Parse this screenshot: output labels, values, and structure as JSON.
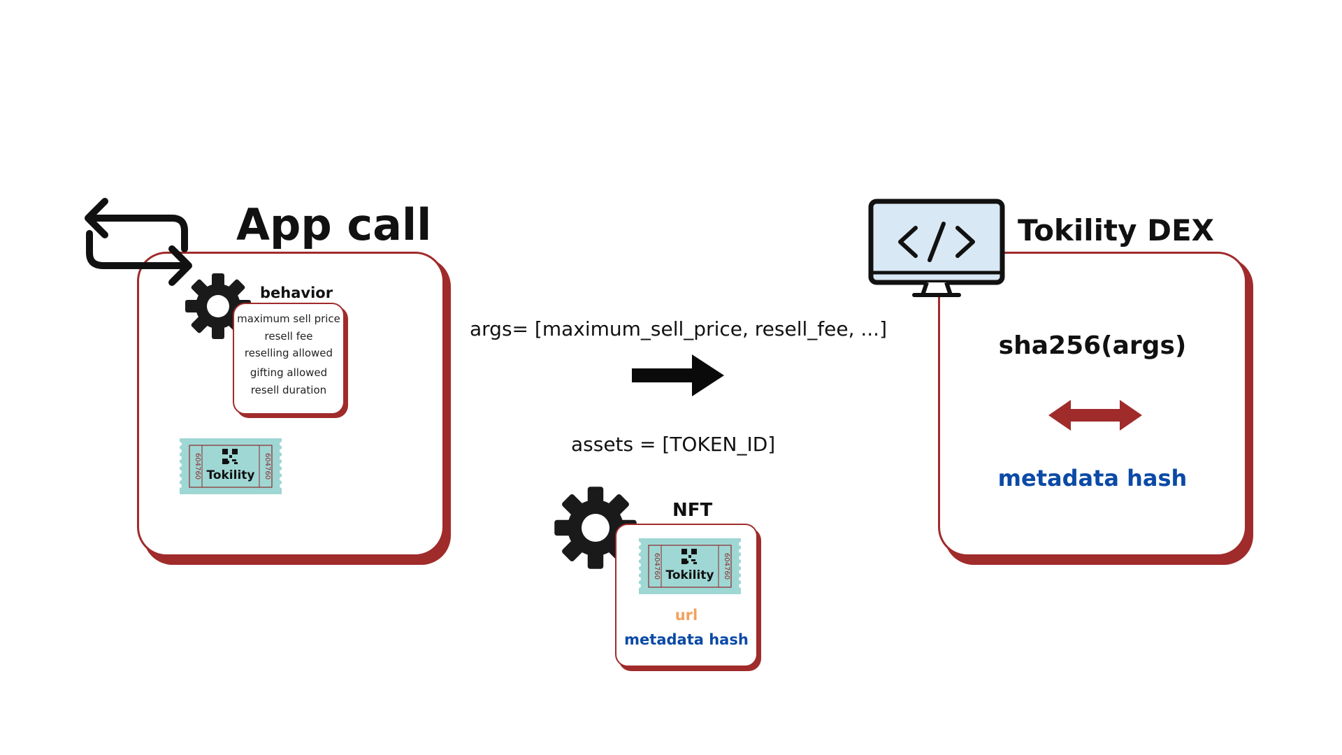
{
  "app_call": {
    "title": "App call",
    "behavior_title": "behavior",
    "behavior_items": [
      "maximum sell price",
      "resell fee",
      "reselling allowed",
      "gifting allowed",
      "resell duration"
    ]
  },
  "ticket": {
    "brand": "Tokility",
    "serial": "604760"
  },
  "args_label": "args= [maximum_sell_price, resell_fee, ...]",
  "assets_label": "assets = [TOKEN_ID]",
  "nft": {
    "title": "NFT",
    "url_label": "url",
    "hash_label": "metadata hash"
  },
  "dex": {
    "title": "Tokility DEX",
    "formula": "sha256(args)",
    "hash_label": "metadata hash"
  },
  "colors": {
    "card_border": "#a02b2b",
    "hash_blue": "#0b4aa6",
    "url_orange": "#f4a05c",
    "ticket_teal": "#9fd7d4"
  },
  "icons": [
    "repeat-arrows-icon",
    "gear-icon",
    "ticket-icon",
    "right-arrow-icon",
    "monitor-code-icon",
    "double-arrow-icon"
  ]
}
